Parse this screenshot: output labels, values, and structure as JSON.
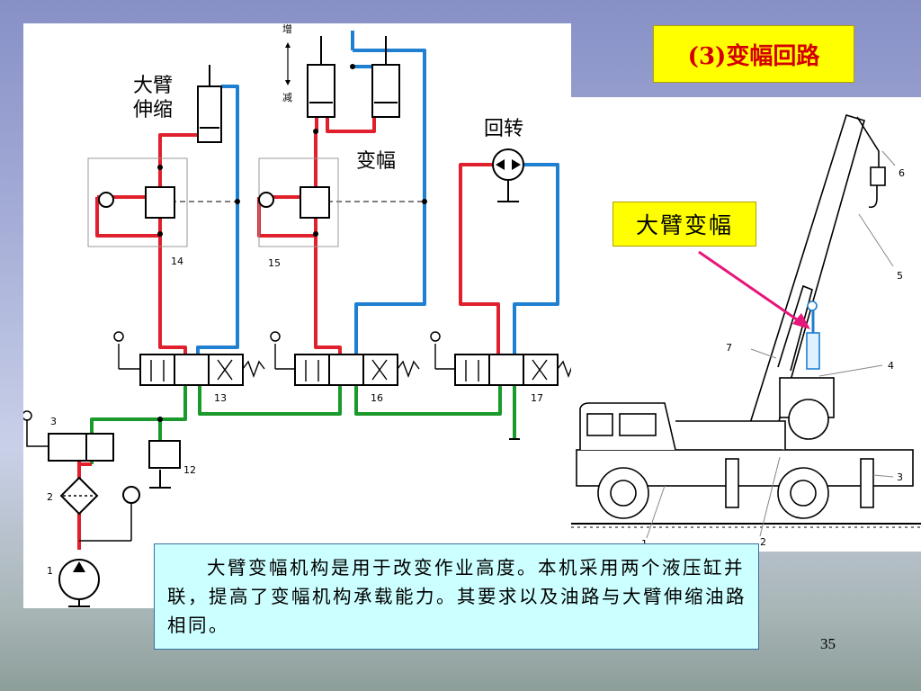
{
  "slide": {
    "title": "(3)变幅回路",
    "boom_label": "大臂变幅",
    "description": "大臂变幅机构是用于改变作业高度。本机采用两个液压缸并联，提高了变幅机构承载能力。其要求以及油路与大臂伸缩油路相同。",
    "page_number": "35"
  },
  "schematic": {
    "labels": {
      "boom_telescope": [
        "大臂",
        "伸缩"
      ],
      "luffing": "变幅",
      "slewing": "回转",
      "increase": "增",
      "decrease": "减"
    },
    "part_numbers": [
      "14",
      "15",
      "13",
      "16",
      "17",
      "3",
      "12",
      "2",
      "1"
    ],
    "colors": {
      "pressure": "#e0202c",
      "return": "#1f7fd0",
      "supply": "#1a9a2a"
    }
  },
  "crane": {
    "part_numbers": [
      "6",
      "5",
      "7",
      "4",
      "3",
      "1",
      "2"
    ],
    "arrow_color": "#e8157a"
  }
}
